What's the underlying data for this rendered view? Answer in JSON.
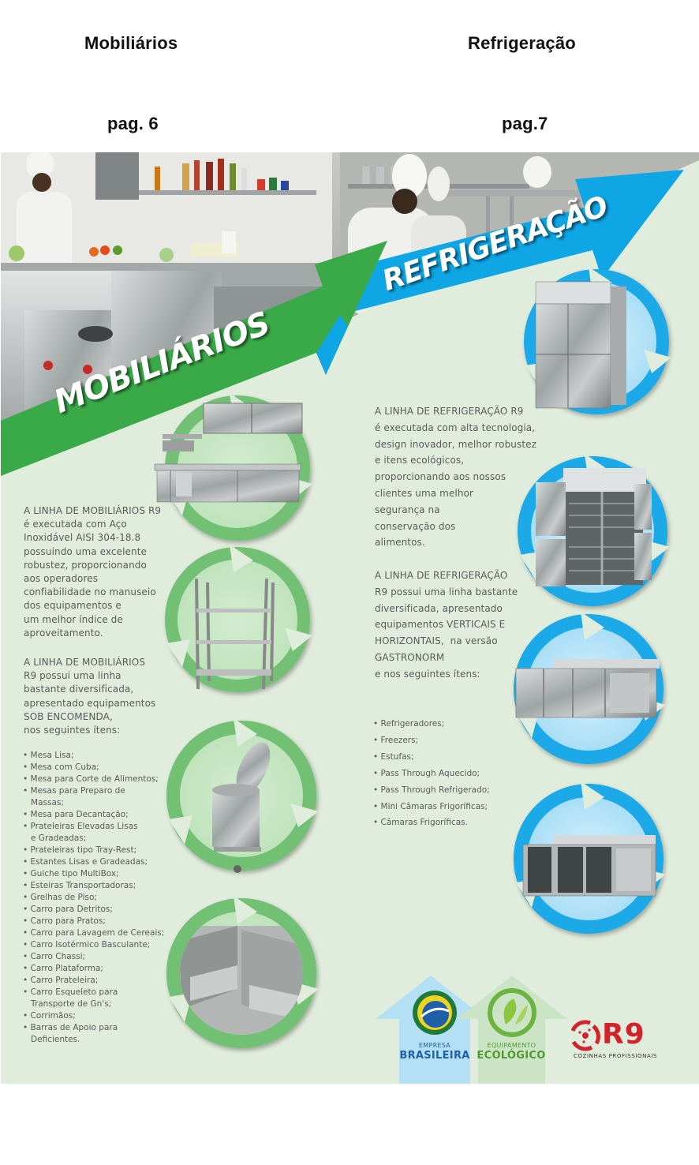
{
  "header": {
    "left_title": "Mobiliários",
    "right_title": "Refrigeração",
    "left_page": "pag. 6",
    "right_page": "pag.7"
  },
  "banners": {
    "mobiliarios": {
      "label": "MOBILIÁRIOS",
      "color": "#3aaa48"
    },
    "refrigeracao": {
      "label": "REFRIGERAÇÃO",
      "color": "#0fa6e6"
    }
  },
  "colors": {
    "panel_bg": "#e0ecdc",
    "green_emblem": "#72c073",
    "blue_emblem": "#1aa9e8",
    "body_text": "#5a5a5a",
    "r9_red": "#d3222a"
  },
  "mobiliarios": {
    "intro": [
      "A LINHA DE MOBILIÁRIOS R9",
      "é executada com Aço",
      "Inoxidável AISI 304-18.8",
      "possuindo uma excelente",
      "robustez, proporcionando",
      "aos operadores",
      "confiabilidade no manuseio",
      "dos equipamentos e",
      "um melhor índice de",
      "aproveitamento."
    ],
    "second": [
      "A LINHA DE MOBILIÁRIOS",
      "R9 possui uma linha",
      "bastante diversificada,",
      "apresentado equipamentos",
      "SOB ENCOMENDA,",
      "nos seguintes ítens:"
    ],
    "items": [
      "• Mesa Lisa;",
      "• Mesa com Cuba;",
      "• Mesa para Corte de Alimentos;",
      "• Mesas para Preparo de",
      "   Massas;",
      "• Mesa para Decantação;",
      "• Prateleiras Elevadas Lisas",
      "   e Gradeadas;",
      "• Prateleiras tipo Tray-Rest;",
      "• Estantes Lisas e Gradeadas;",
      "• Guiche tipo MultiBox;",
      "• Esteiras Transportadoras;",
      "• Grelhas de Piso;",
      "• Carro para Detritos;",
      "• Carro para Pratos;",
      "• Carro para Lavagem de Cereais;",
      "• Carro Isotérmico Basculante;",
      "• Carro Chassi;",
      "• Carro Plataforma;",
      "• Carro Prateleira;",
      "• Carro Esqueleto para",
      "   Transporte de Gn's;",
      "• Corrimãos;",
      "• Barras de Apoio para",
      "   Deficientes."
    ],
    "product_images": [
      "work-table-with-cabinet",
      "shelving-rack",
      "waste-bin-cart",
      "double-sink"
    ]
  },
  "refrigeracao": {
    "intro": [
      "A LINHA DE REFRIGERAÇÃO R9",
      "é executada com alta tecnologia,",
      "design inovador, melhor robustez",
      "e itens ecológicos,",
      "proporcionando aos nossos",
      "clientes uma melhor",
      "segurança na",
      "conservação dos",
      "alimentos."
    ],
    "second": [
      "A LINHA DE REFRIGERAÇÃO",
      "R9 possui uma linha bastante",
      "diversificada, apresentado",
      "equipamentos VERTICAIS E",
      "HORIZONTAIS,  na versão",
      "GASTRONORM",
      "e nos seguintes ítens:"
    ],
    "items": [
      "• Refrigeradores;",
      "• Freezers;",
      "• Estufas;",
      "• Pass Through Aquecido;",
      "• Pass Through Refrigerado;",
      "• Mini Câmaras Frigoríficas;",
      "• Câmaras Frigoríficas."
    ],
    "product_images": [
      "upright-refrigerator-closed",
      "upright-refrigerator-open",
      "counter-refrigerator-closed",
      "counter-refrigerator-open"
    ]
  },
  "footer": {
    "empresa_small": "EMPRESA",
    "empresa_big": "BRASILEIRA",
    "equip_small": "EQUIPAMENTO",
    "equip_big": "ECOLÓGICO",
    "brand": "R9",
    "brand_tagline": "COZINHAS PROFISSIONAIS"
  }
}
